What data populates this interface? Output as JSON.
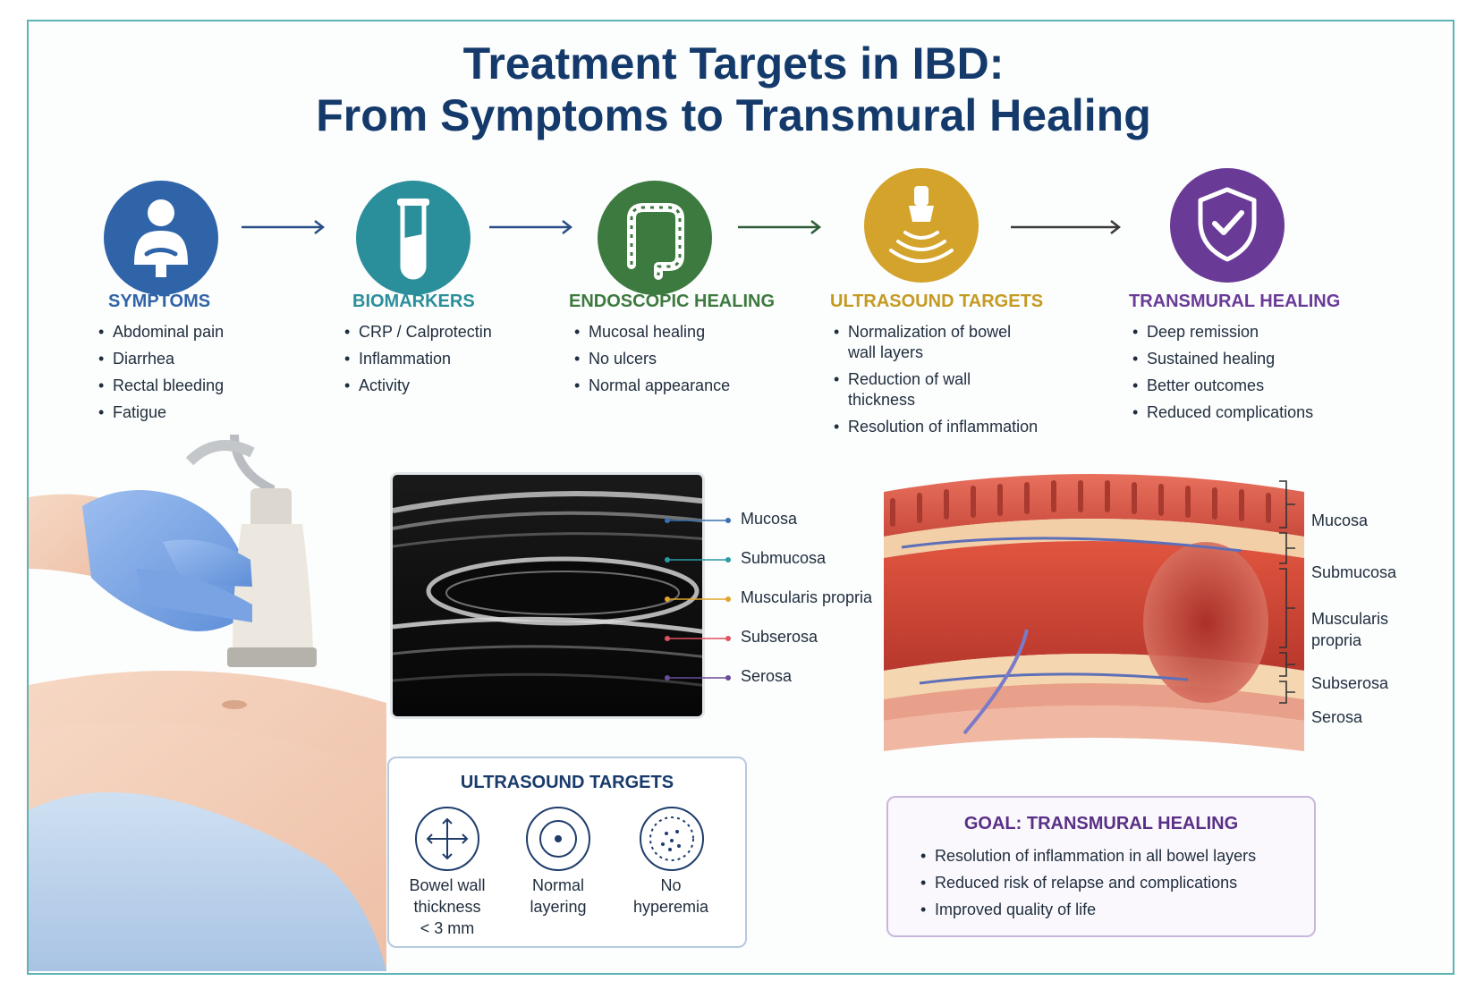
{
  "title": {
    "line1": "Treatment Targets in IBD:",
    "line2": "From Symptoms to Transmural Healing"
  },
  "colors": {
    "symptoms": "#2f64a8",
    "biomarkers": "#2a8f9a",
    "endoscopic": "#3d7a3f",
    "ultrasound": "#d4a32c",
    "transmural": "#6a3a97",
    "title": "#143a6b",
    "frame": "#5fb3b3"
  },
  "stages": [
    {
      "icon": "abdominal-pain-person-icon",
      "heading": "SYMPTOMS",
      "bullets": [
        "Abdominal pain",
        "Diarrhea",
        "Rectal bleeding",
        "Fatigue"
      ]
    },
    {
      "icon": "test-tube-icon",
      "heading": "BIOMARKERS",
      "bullets": [
        "CRP / Calprotectin",
        "Inflammation",
        "Activity"
      ]
    },
    {
      "icon": "colon-icon",
      "heading": "ENDOSCOPIC HEALING",
      "bullets": [
        "Mucosal healing",
        "No ulcers",
        "Normal appearance"
      ]
    },
    {
      "icon": "ultrasound-probe-icon",
      "heading": "ULTRASOUND TARGETS",
      "bullets": [
        "Normalization of bowel wall layers",
        "Reduction of wall thickness",
        "Resolution of inflammation"
      ]
    },
    {
      "icon": "shield-check-icon",
      "heading": "TRANSMURAL HEALING",
      "bullets": [
        "Deep remission",
        "Sustained healing",
        "Better outcomes",
        "Reduced complications"
      ]
    }
  ],
  "ultrasound_layers": [
    "Mucosa",
    "Submucosa",
    "Muscularis propria",
    "Subserosa",
    "Serosa"
  ],
  "ultrasound_layer_colors": [
    "#3a6fb0",
    "#2a9aa3",
    "#e0a52a",
    "#e0525e",
    "#6a4a9a"
  ],
  "ultrasound_targets": {
    "title": "ULTRASOUND TARGETS",
    "items": [
      {
        "icon": "thickness-arrows-icon",
        "lines": [
          "Bowel wall",
          "thickness",
          "< 3 mm"
        ]
      },
      {
        "icon": "concentric-layer-icon",
        "lines": [
          "Normal",
          "layering"
        ]
      },
      {
        "icon": "hyperemia-dots-icon",
        "lines": [
          "No",
          "hyperemia"
        ]
      }
    ]
  },
  "wall_layers": [
    {
      "lines": [
        "Mucosa"
      ]
    },
    {
      "lines": [
        "Submucosa"
      ]
    },
    {
      "lines": [
        "Muscularis",
        "propria"
      ]
    },
    {
      "lines": [
        "Subserosa"
      ]
    },
    {
      "lines": [
        "Serosa"
      ]
    }
  ],
  "goal": {
    "title": "GOAL: TRANSMURAL HEALING",
    "bullets": [
      "Resolution of inflammation in all bowel layers",
      "Reduced risk of relapse and complications",
      "Improved quality of life"
    ]
  }
}
